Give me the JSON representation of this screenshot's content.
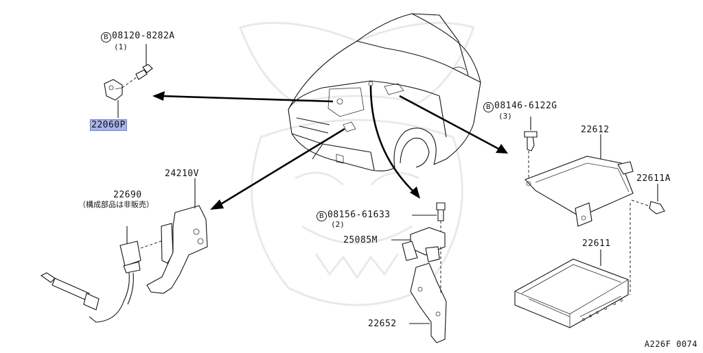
{
  "parts": {
    "bolt_top": {
      "code": "08120-8282A",
      "qty": "(1)",
      "mark": "B"
    },
    "sensor": {
      "code": "22060P"
    },
    "bolt_right": {
      "code": "08146-6122G",
      "qty": "(3)",
      "mark": "B"
    },
    "bracket_ecu": {
      "code": "22612"
    },
    "bolt_small": {
      "code": "22611A"
    },
    "ecu": {
      "code": "22611"
    },
    "oxygen_sensor": {
      "code": "22690",
      "note": "（構成部品は非販売）"
    },
    "bracket_o2": {
      "code": "24210V"
    },
    "bolt_mid": {
      "code": "08156-61633",
      "qty": "(2)",
      "mark": "B"
    },
    "sensor_mid": {
      "code": "25085M"
    },
    "bracket_mid": {
      "code": "22652"
    }
  },
  "reference": "A226F 0074",
  "colors": {
    "highlight": "#a7b4ea",
    "ink": "#111111"
  }
}
